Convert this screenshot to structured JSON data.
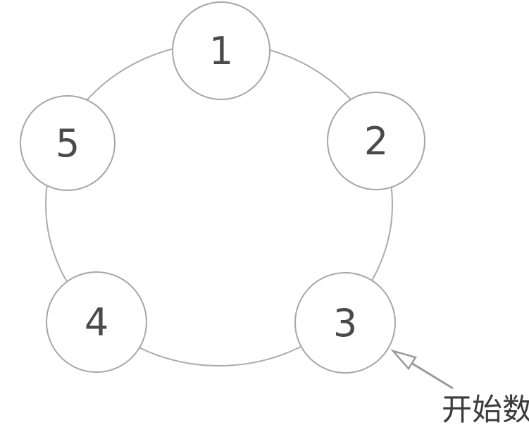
{
  "diagram": {
    "type": "circular-counting-ring",
    "nodes": [
      {
        "id": 1,
        "label": "1",
        "position": "top"
      },
      {
        "id": 2,
        "label": "2",
        "position": "upper-right"
      },
      {
        "id": 3,
        "label": "3",
        "position": "lower-right"
      },
      {
        "id": 4,
        "label": "4",
        "position": "lower-left"
      },
      {
        "id": 5,
        "label": "5",
        "position": "upper-left"
      }
    ],
    "annotation": {
      "label": "开始数",
      "points_to_node": "3"
    },
    "colors": {
      "ring_stroke": "#ababab",
      "node_stroke": "#a6a6a6",
      "number": "#4a4a4a",
      "arrow": "#9a9a9a",
      "label": "#3b3b3b",
      "background": "#ffffff"
    }
  }
}
